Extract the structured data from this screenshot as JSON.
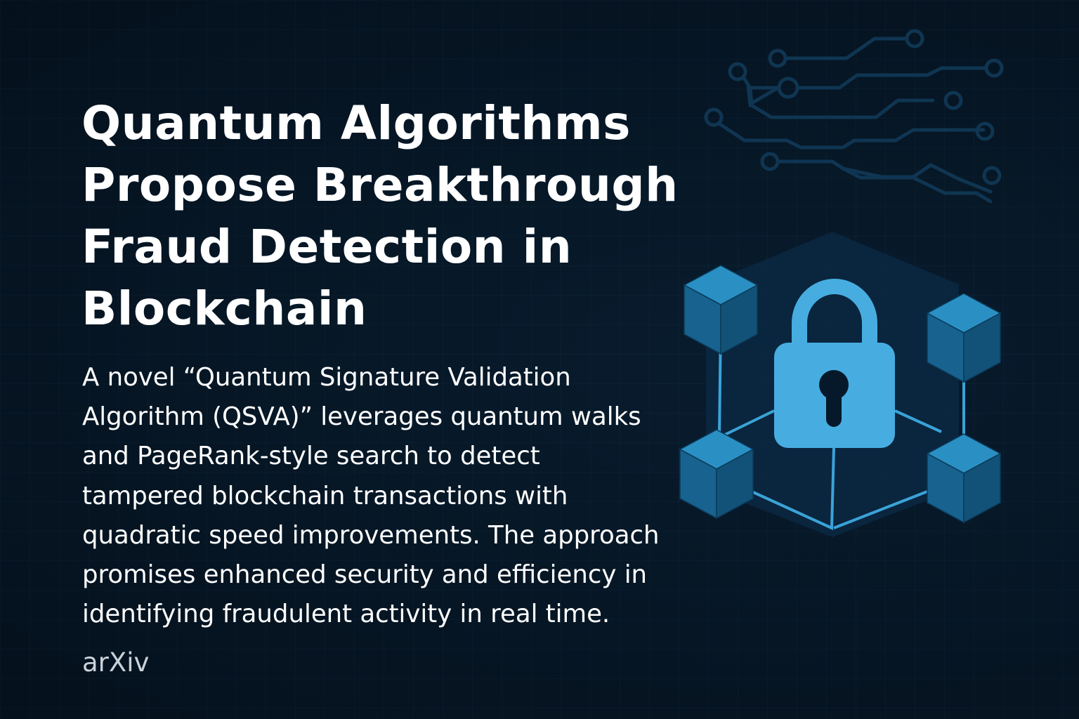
{
  "headline": {
    "lines": [
      "Quantum Algorithms",
      "Propose Breakthrough",
      "Fraud Detection in",
      "Blockchain"
    ]
  },
  "summary": {
    "lines": [
      "A novel “Quantum Signature Validation",
      "Algorithm (QSVA)” leverages quantum walks",
      "and PageRank-style search to detect",
      "tampered blockchain transactions with",
      "quadratic speed improvements. The approach",
      "promises enhanced security and efficiency in",
      "identifying fraudulent activity in real time."
    ]
  },
  "source": "arXiv",
  "colors": {
    "background": "#071826",
    "accent": "#47ade0",
    "cube": "#1e7fb0",
    "circuit": "#0f3552"
  }
}
